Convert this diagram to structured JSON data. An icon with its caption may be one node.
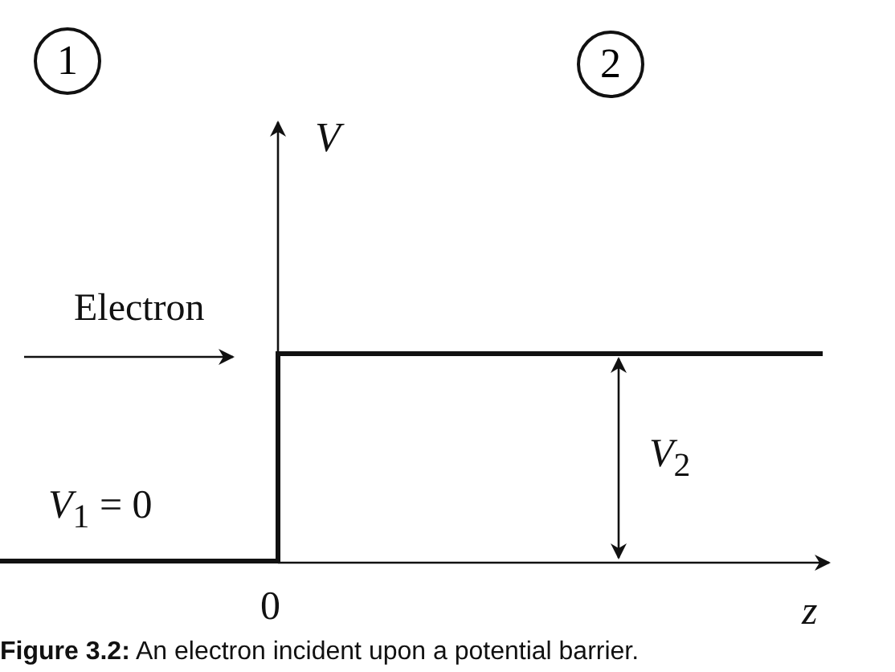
{
  "diagram": {
    "caption": "**Figure 3.2:** An electron incident upon a potential barrier.",
    "nodes": [
      {
        "text": [
          "1"
        ]
      },
      {
        "text": [
          "2"
        ]
      }
    ],
    "labels": [
      "V",
      "Electron",
      "*V*$_{1}$ = 0",
      "*V*$_{2}$",
      "0",
      "z"
    ]
  }
}
